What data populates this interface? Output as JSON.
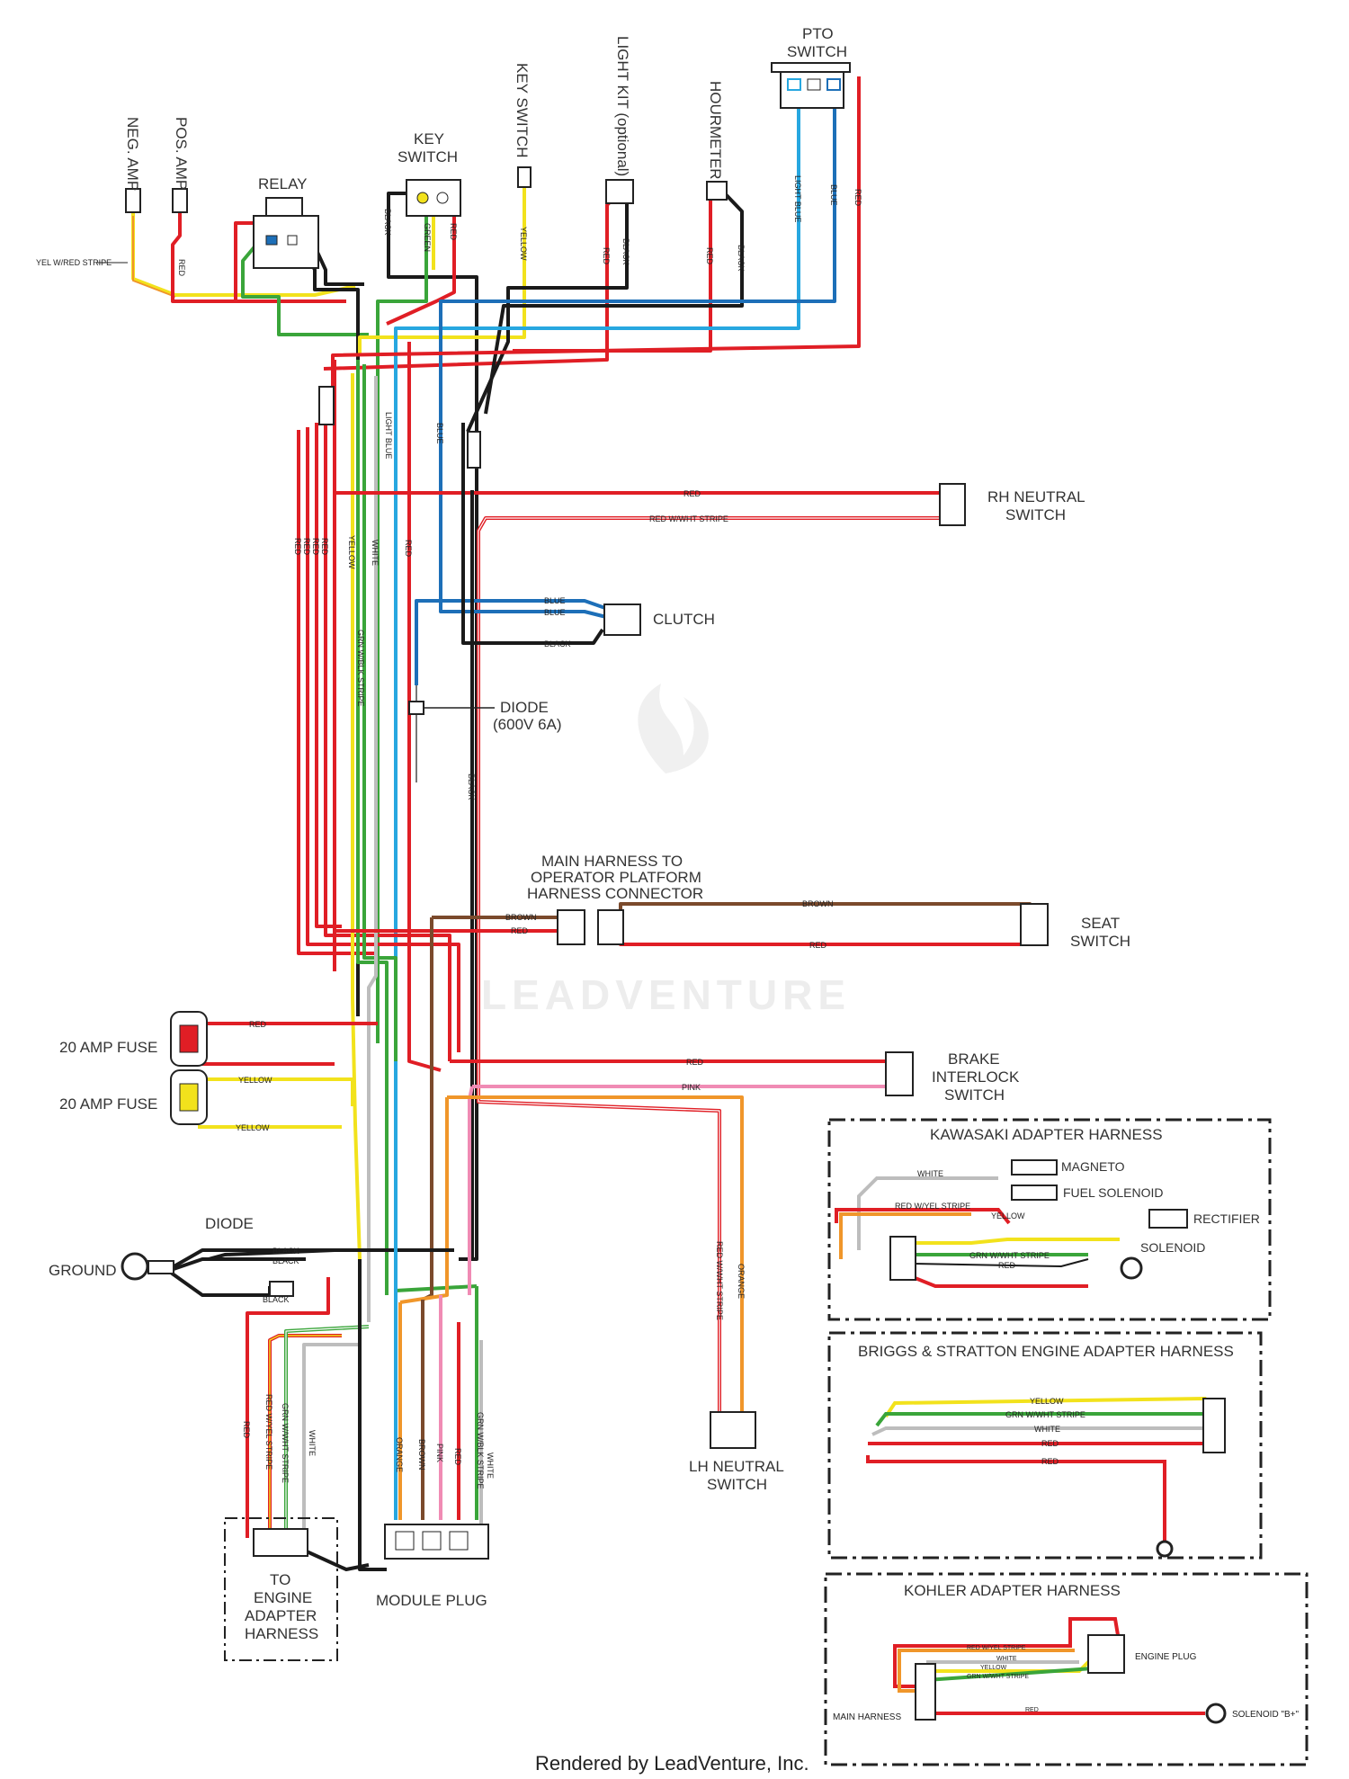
{
  "colors": {
    "red": "#e01e25",
    "black": "#1a1a1a",
    "yellow": "#f2e21c",
    "green": "#3aa53a",
    "blue": "#1d6fb8",
    "light_blue": "#27a7e0",
    "brown": "#7b4a2c",
    "orange": "#f0962a",
    "pink": "#f08bb4",
    "white_wire": "#bdbdbd"
  },
  "components": {
    "neg_amp": "NEG. AMP",
    "pos_amp": "POS. AMP",
    "relay": "RELAY",
    "key_switch_line1": "KEY",
    "key_switch_line2": "SWITCH",
    "key_switch_vertical": "KEY SWITCH",
    "light_kit": "LIGHT KIT (optional)",
    "hourmeter": "HOURMETER",
    "pto_line1": "PTO",
    "pto_line2": "SWITCH",
    "rh_neutral_line1": "RH NEUTRAL",
    "rh_neutral_line2": "SWITCH",
    "clutch": "CLUTCH",
    "diode_main_line1": "DIODE",
    "diode_main_line2": "(600V 6A)",
    "harness_conn_line1": "MAIN HARNESS TO",
    "harness_conn_line2": "OPERATOR PLATFORM",
    "harness_conn_line3": "HARNESS CONNECTOR",
    "seat_line1": "SEAT",
    "seat_line2": "SWITCH",
    "fuse1": "20 AMP FUSE",
    "fuse2": "20 AMP FUSE",
    "brake_line1": "BRAKE",
    "brake_line2": "INTERLOCK",
    "brake_line3": "SWITCH",
    "diode_ground": "DIODE",
    "ground": "GROUND",
    "lh_neutral_line1": "LH NEUTRAL",
    "lh_neutral_line2": "SWITCH",
    "engine_adapter_line1": "TO",
    "engine_adapter_line2": "ENGINE",
    "engine_adapter_line3": "ADAPTER",
    "engine_adapter_line4": "HARNESS",
    "module_plug": "MODULE PLUG"
  },
  "wire_labels": {
    "yel_wred": "YEL W/RED STRIPE",
    "red": "RED",
    "black": "BLACK",
    "green": "GREEN",
    "yellow": "YELLOW",
    "light_blue": "LIGHT BLUE",
    "blue": "BLUE",
    "white": "WHITE",
    "red_wwht": "RED W/WHT STRIPE",
    "grn_wblk": "GRN W/BLK STRIPE",
    "brown": "BROWN",
    "pink": "PINK",
    "orange": "ORANGE",
    "red_wyel": "RED W/YEL STRIPE",
    "grn_wwht": "GRN W/WHT STRIPE"
  },
  "kawasaki": {
    "title": "KAWASAKI ADAPTER HARNESS",
    "magneto": "MAGNETO",
    "fuel_solenoid": "FUEL SOLENOID",
    "rectifier": "RECTIFIER",
    "solenoid": "SOLENOID",
    "white": "WHITE",
    "red_wyel": "RED W/YEL STRIPE",
    "yellow": "YELLOW",
    "grn_wwht": "GRN W/WHT STRIPE",
    "red": "RED"
  },
  "briggs": {
    "title": "BRIGGS & STRATTON ENGINE ADAPTER HARNESS",
    "yellow": "YELLOW",
    "grn_wwht": "GRN W/WHT STRIPE",
    "white": "WHITE",
    "red1": "RED",
    "red2": "RED"
  },
  "kohler": {
    "title": "KOHLER ADAPTER HARNESS",
    "engine_plug": "ENGINE PLUG",
    "main_harness": "MAIN HARNESS",
    "solenoid_b": "SOLENOID \"B+\"",
    "red_wyel": "RED W/YEL STRIPE",
    "white": "WHITE",
    "yellow": "YELLOW",
    "grn_wwht": "GRN W/WHT STRIPE",
    "red": "RED"
  },
  "watermark": "LEADVENTURE",
  "footer": "Rendered by LeadVenture, Inc."
}
